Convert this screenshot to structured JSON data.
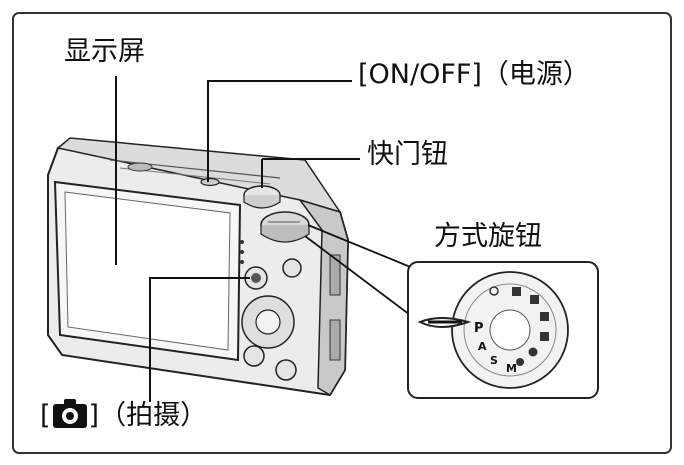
{
  "labels": {
    "display_screen": "显示屏",
    "power_button": "[ON/OFF]（电源）",
    "shutter_button": "快门钮",
    "mode_dial": "方式旋钮",
    "shoot_button_bracket_left": "[",
    "shoot_button_bracket_right": "]",
    "shoot_button_text": "（拍摄）"
  },
  "icons": {
    "shoot_button_icon": "camera-icon"
  },
  "dial": {
    "mode_letters": [
      "P",
      "A",
      "S",
      "M"
    ]
  },
  "colors": {
    "line": "#111111",
    "camera_body": "#e8e8e8",
    "camera_shade": "#bdbdbd",
    "screen": "#f4f4f4",
    "border": "#333333"
  }
}
